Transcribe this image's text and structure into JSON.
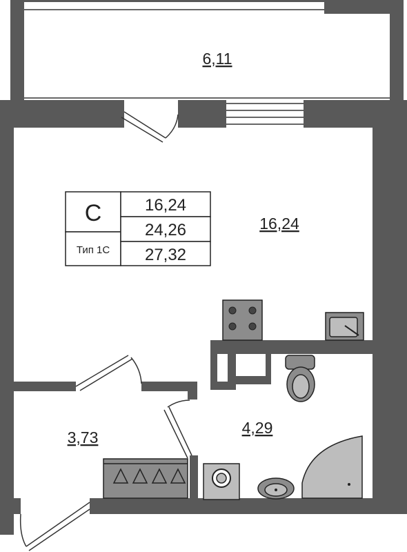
{
  "rooms": {
    "balcony_area": "6,11",
    "living_area": "16,24",
    "hall_area": "3,73",
    "bathroom_area": "4,29"
  },
  "legend": {
    "type_letter": "С",
    "type_name": "Тип 1С",
    "living_area": "16,24",
    "area_without_balcony": "24,26",
    "total_area": "27,32"
  },
  "colors": {
    "wall": "#595959",
    "fixture": "#8c8c8c",
    "fixture_light": "#bdbdbd"
  },
  "icons": [
    "stove-icon",
    "kitchen-sink-icon",
    "toilet-icon",
    "washing-machine-icon",
    "washbasin-icon",
    "shower-tray-icon",
    "wardrobe-icon"
  ]
}
